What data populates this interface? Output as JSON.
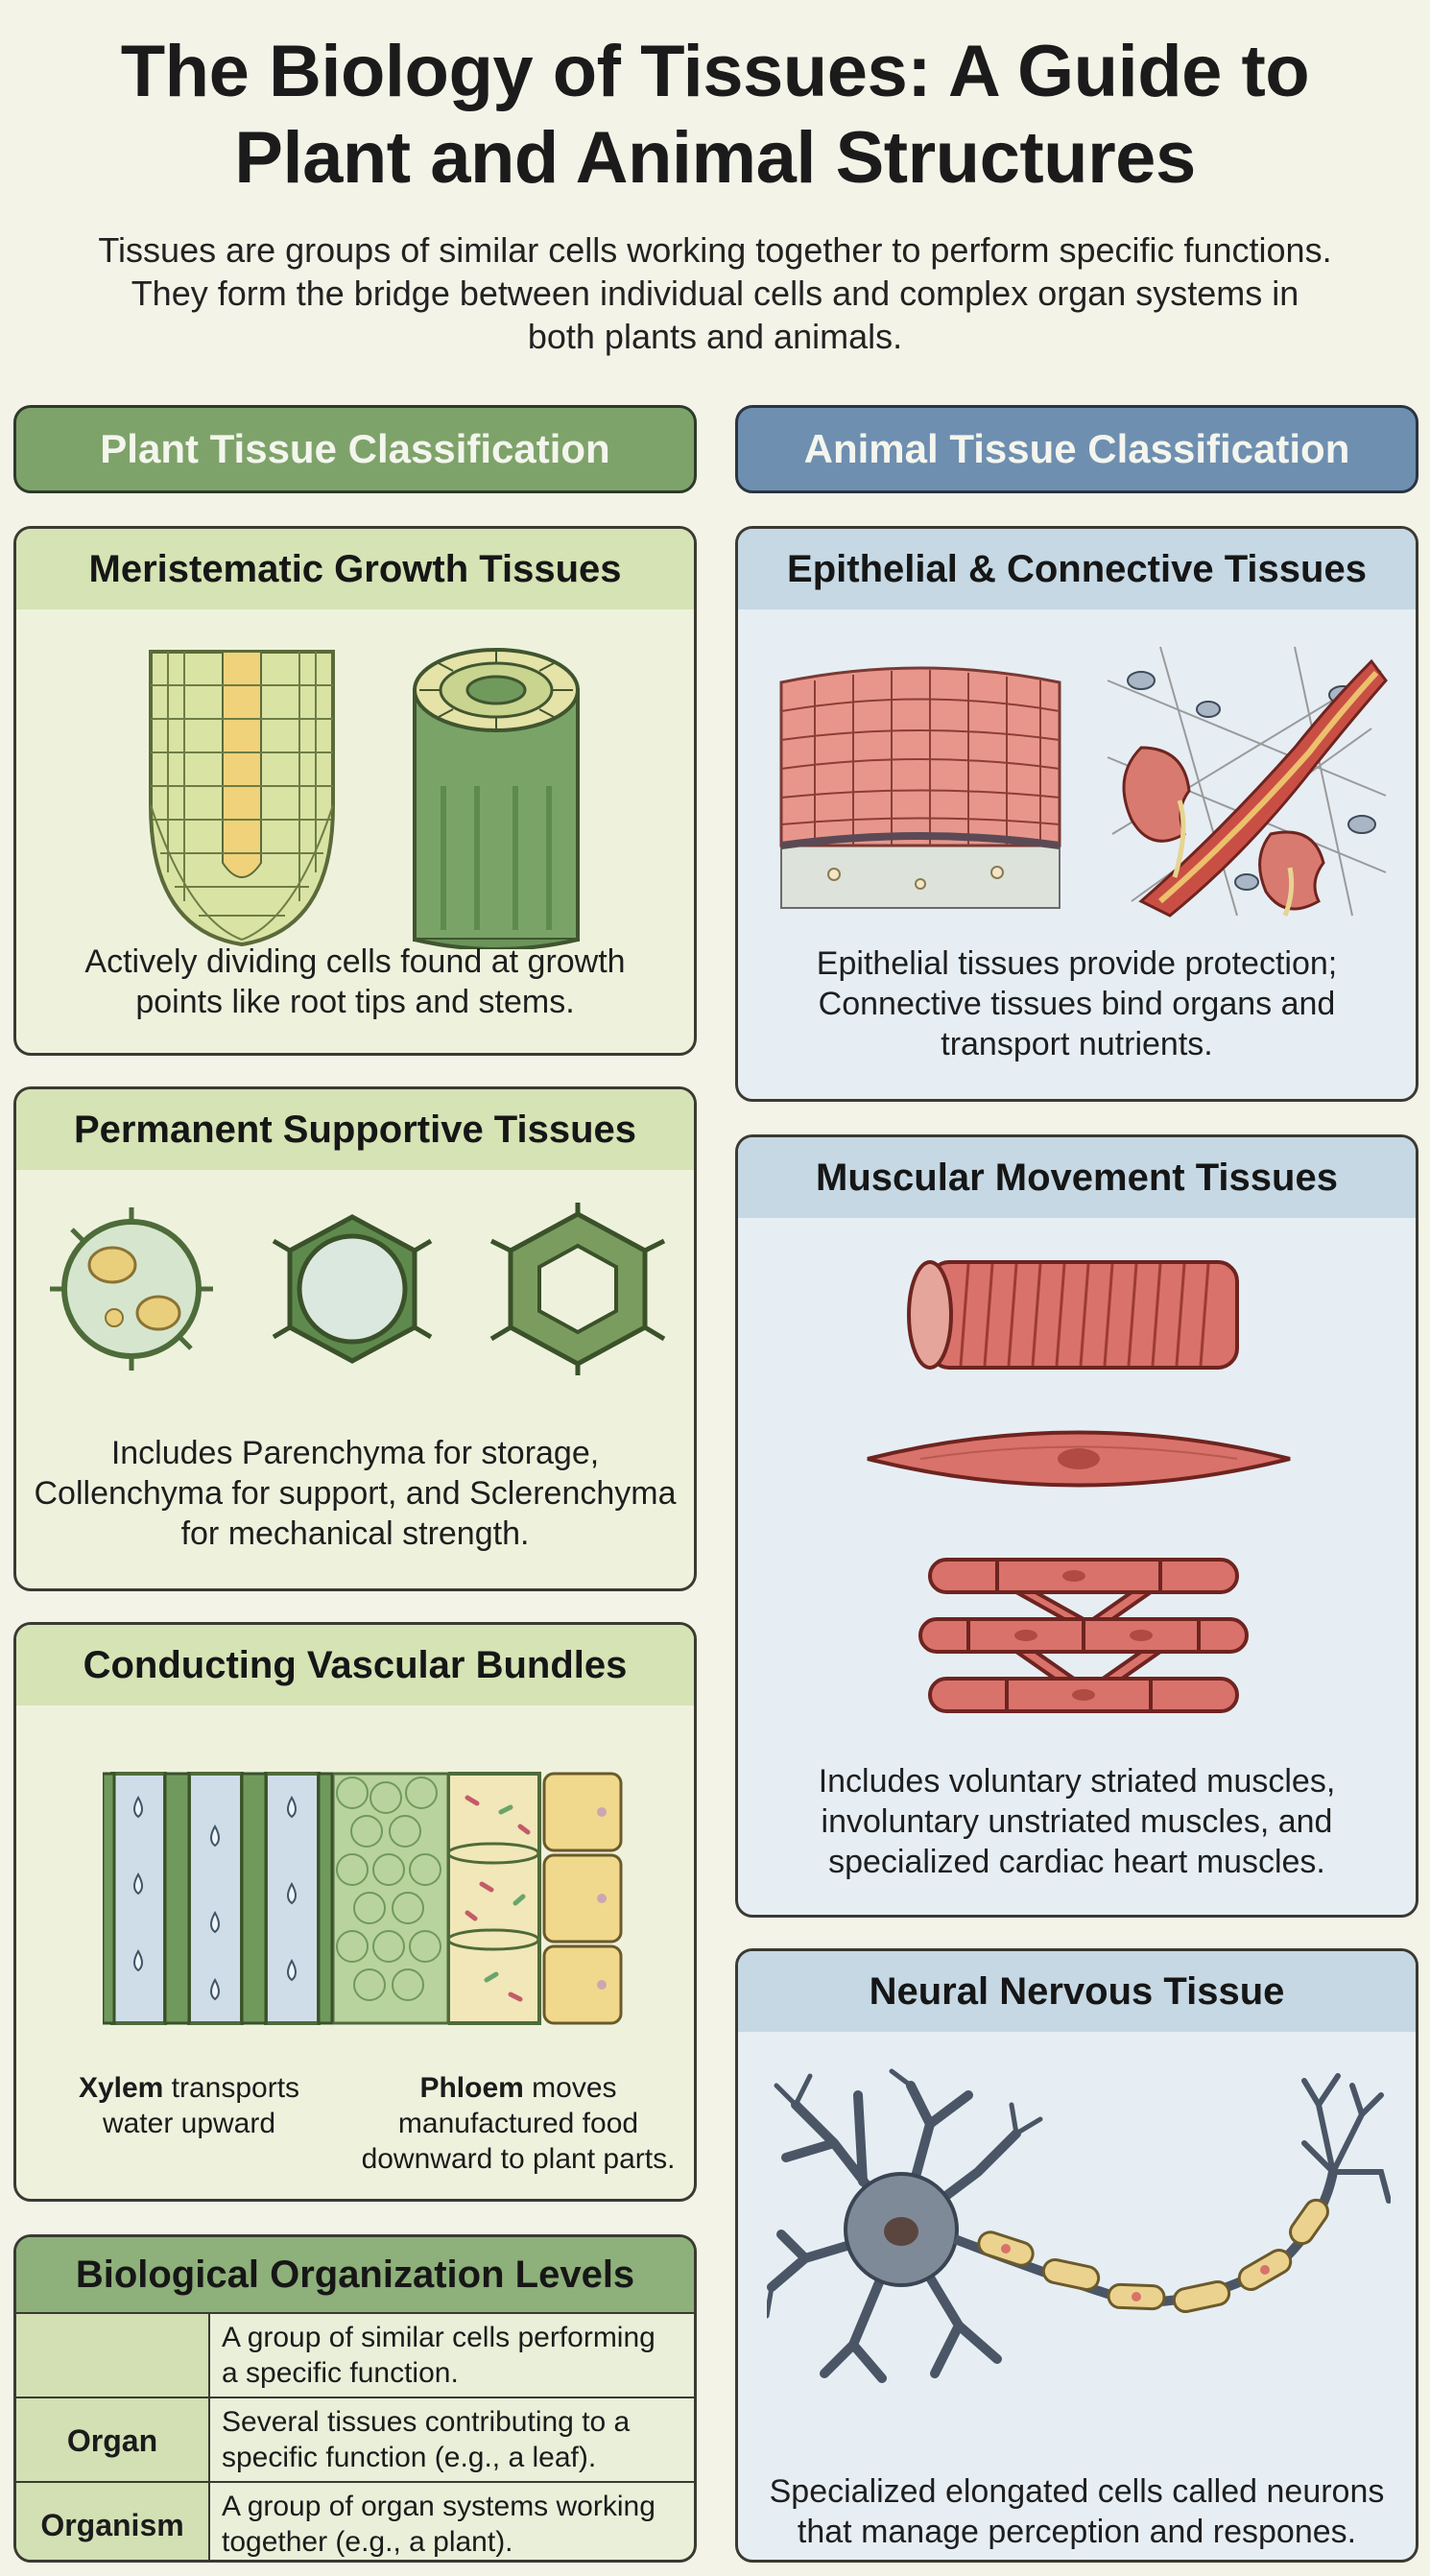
{
  "header": {
    "title_line1": "The Biology of Tissues: A Guide to",
    "title_line2": "Plant and Animal Structures",
    "subtitle_line1": "Tissues are groups of similar cells working together to perform specific functions.",
    "subtitle_line2": "They form the bridge between individual cells and complex organ systems in",
    "subtitle_line3": "both plants and animals."
  },
  "plant": {
    "banner": "Plant Tissue Classification",
    "meristematic": {
      "title": "Meristematic Growth Tissues",
      "desc_line1": "Actively dividing cells found at growth",
      "desc_line2": "points like root tips and stems."
    },
    "permanent": {
      "title": "Permanent Supportive Tissues",
      "desc_line1": "Includes Parenchyma for storage,",
      "desc_line2": "Collenchyma for support, and Sclerenchyma",
      "desc_line3": "for mechanical strength."
    },
    "vascular": {
      "title": "Conducting Vascular Bundles",
      "xylem_term": "Xylem",
      "xylem_rest1": " transports",
      "xylem_rest2": "water upward",
      "phloem_term": "Phloem",
      "phloem_rest1": " moves",
      "phloem_rest2": "manufactured food",
      "phloem_rest3": "downward to plant parts."
    },
    "organization": {
      "title": "Biological Organization Levels",
      "rows": [
        {
          "term": "",
          "def_line1": "A group of similar cells performing",
          "def_line2": "a specific function."
        },
        {
          "term": "Organ",
          "def_line1": "Several tissues contributing to a",
          "def_line2": "specific function (e.g., a leaf)."
        },
        {
          "term": "Organism",
          "def_line1": "A group of organ systems working",
          "def_line2": "together (e.g., a plant)."
        }
      ]
    }
  },
  "animal": {
    "banner": "Animal Tissue Classification",
    "epithelial": {
      "title": "Epithelial & Connective Tissues",
      "desc_line1": "Epithelial tissues provide protection;",
      "desc_line2": "Connective tissues bind organs and",
      "desc_line3": "transport nutrients."
    },
    "muscular": {
      "title": "Muscular Movement Tissues",
      "desc_line1": "Includes voluntary striated muscles,",
      "desc_line2": "involuntary unstriated muscles, and",
      "desc_line3": "specialized cardiac heart muscles."
    },
    "neural": {
      "title": "Neural Nervous Tissue",
      "desc_line1": "Specialized elongated cells called neurons",
      "desc_line2": "that manage perception and respones."
    }
  },
  "colors": {
    "plant_green": "#7ea36a",
    "animal_blue": "#6f8fb0",
    "muscle_red": "#d9726a"
  }
}
